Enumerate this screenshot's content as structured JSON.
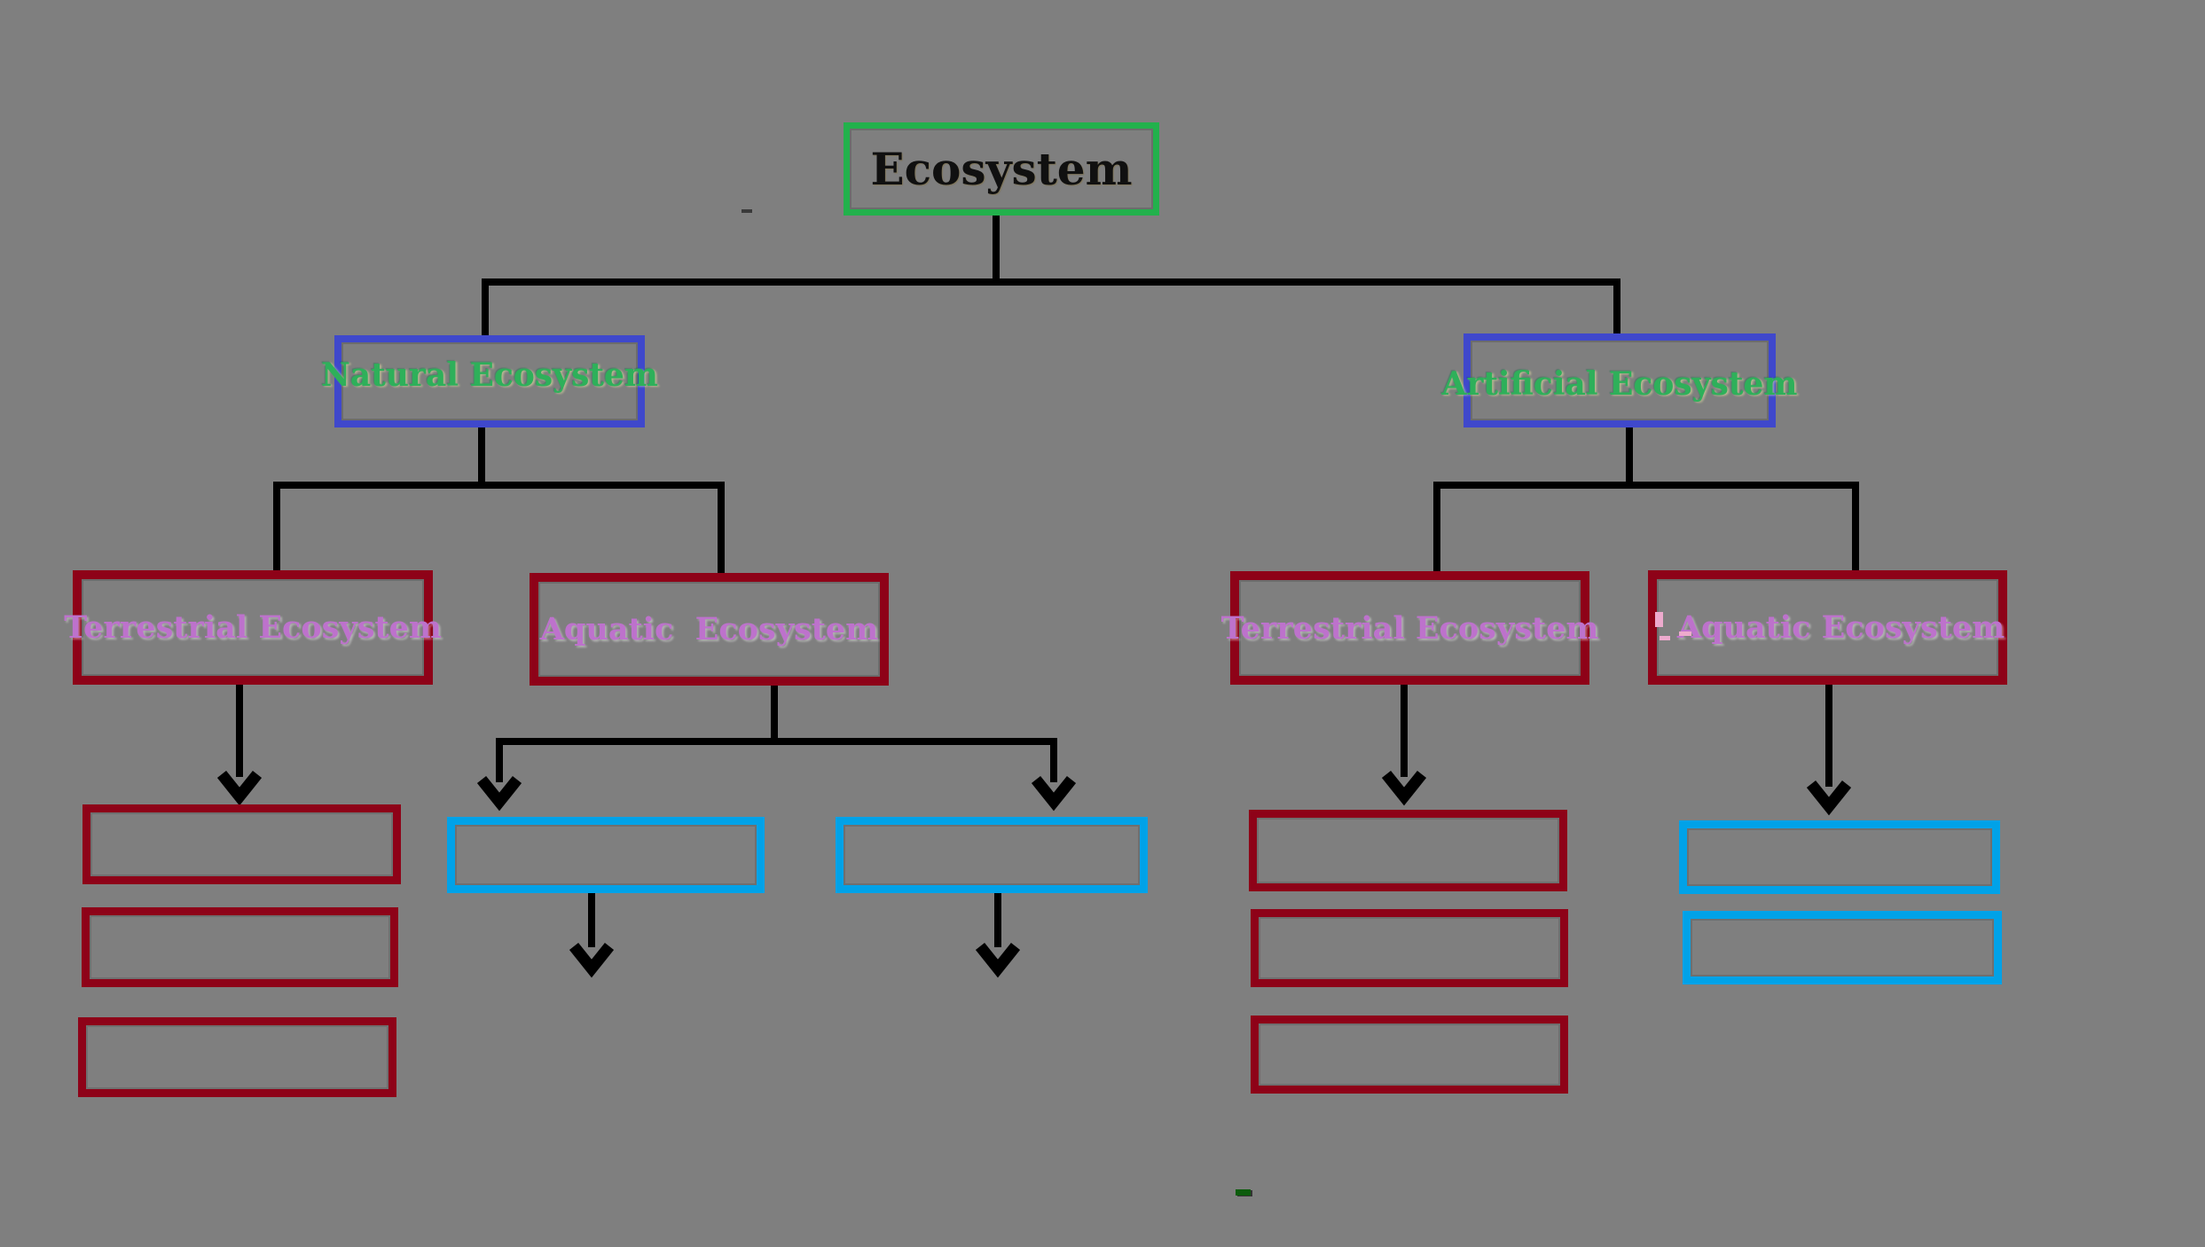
{
  "diagram": {
    "title": "Ecosystem classification tree",
    "colors": {
      "background": "#7f7f7f",
      "root_border_green": "#22b14c",
      "level2_border_blue": "#3f48cc",
      "level3_border_dark_red": "#8e0218",
      "child_border_cyan": "#00a2e8",
      "connector_line": "#000000",
      "root_text": "#101010",
      "level2_text_green": "#2eb05a",
      "level3_text_violet": "#bd72cc",
      "stray_mark_pink": "#edaacd",
      "stray_mark_dark_green": "#0c5c0c",
      "stray_mark_dark": "#3a3a3a"
    },
    "nodes": {
      "root": {
        "label": "Ecosystem",
        "border": "green",
        "parent": null
      },
      "natural": {
        "label": "Natural Ecosystem",
        "border": "blue",
        "parent": "root"
      },
      "artificial": {
        "label": "Artificial Ecosystem",
        "border": "blue",
        "parent": "root"
      },
      "terrestrial_left": {
        "label": "Terrestrial Ecosystem",
        "border": "dark_red",
        "parent": "natural",
        "empty_child_boxes": 3,
        "empty_child_border": "dark_red"
      },
      "aquatic_left": {
        "label": "Aquatic  Ecosystem",
        "border": "dark_red",
        "parent": "natural",
        "empty_child_boxes": 2,
        "empty_child_border": "cyan"
      },
      "terrestrial_right": {
        "label": "Terrestrial Ecosystem",
        "border": "dark_red",
        "parent": "artificial",
        "empty_child_boxes": 3,
        "empty_child_border": "dark_red"
      },
      "aquatic_right": {
        "label": "Aquatic Ecosystem",
        "border": "dark_red",
        "parent": "artificial",
        "empty_child_boxes": 2,
        "empty_child_border": "cyan",
        "stray_prefix": "' - -"
      }
    },
    "artifacts": {
      "aquatic_right_prefix": "' - -",
      "dash_near_root": "-",
      "dash_bottom_center": "-"
    }
  }
}
